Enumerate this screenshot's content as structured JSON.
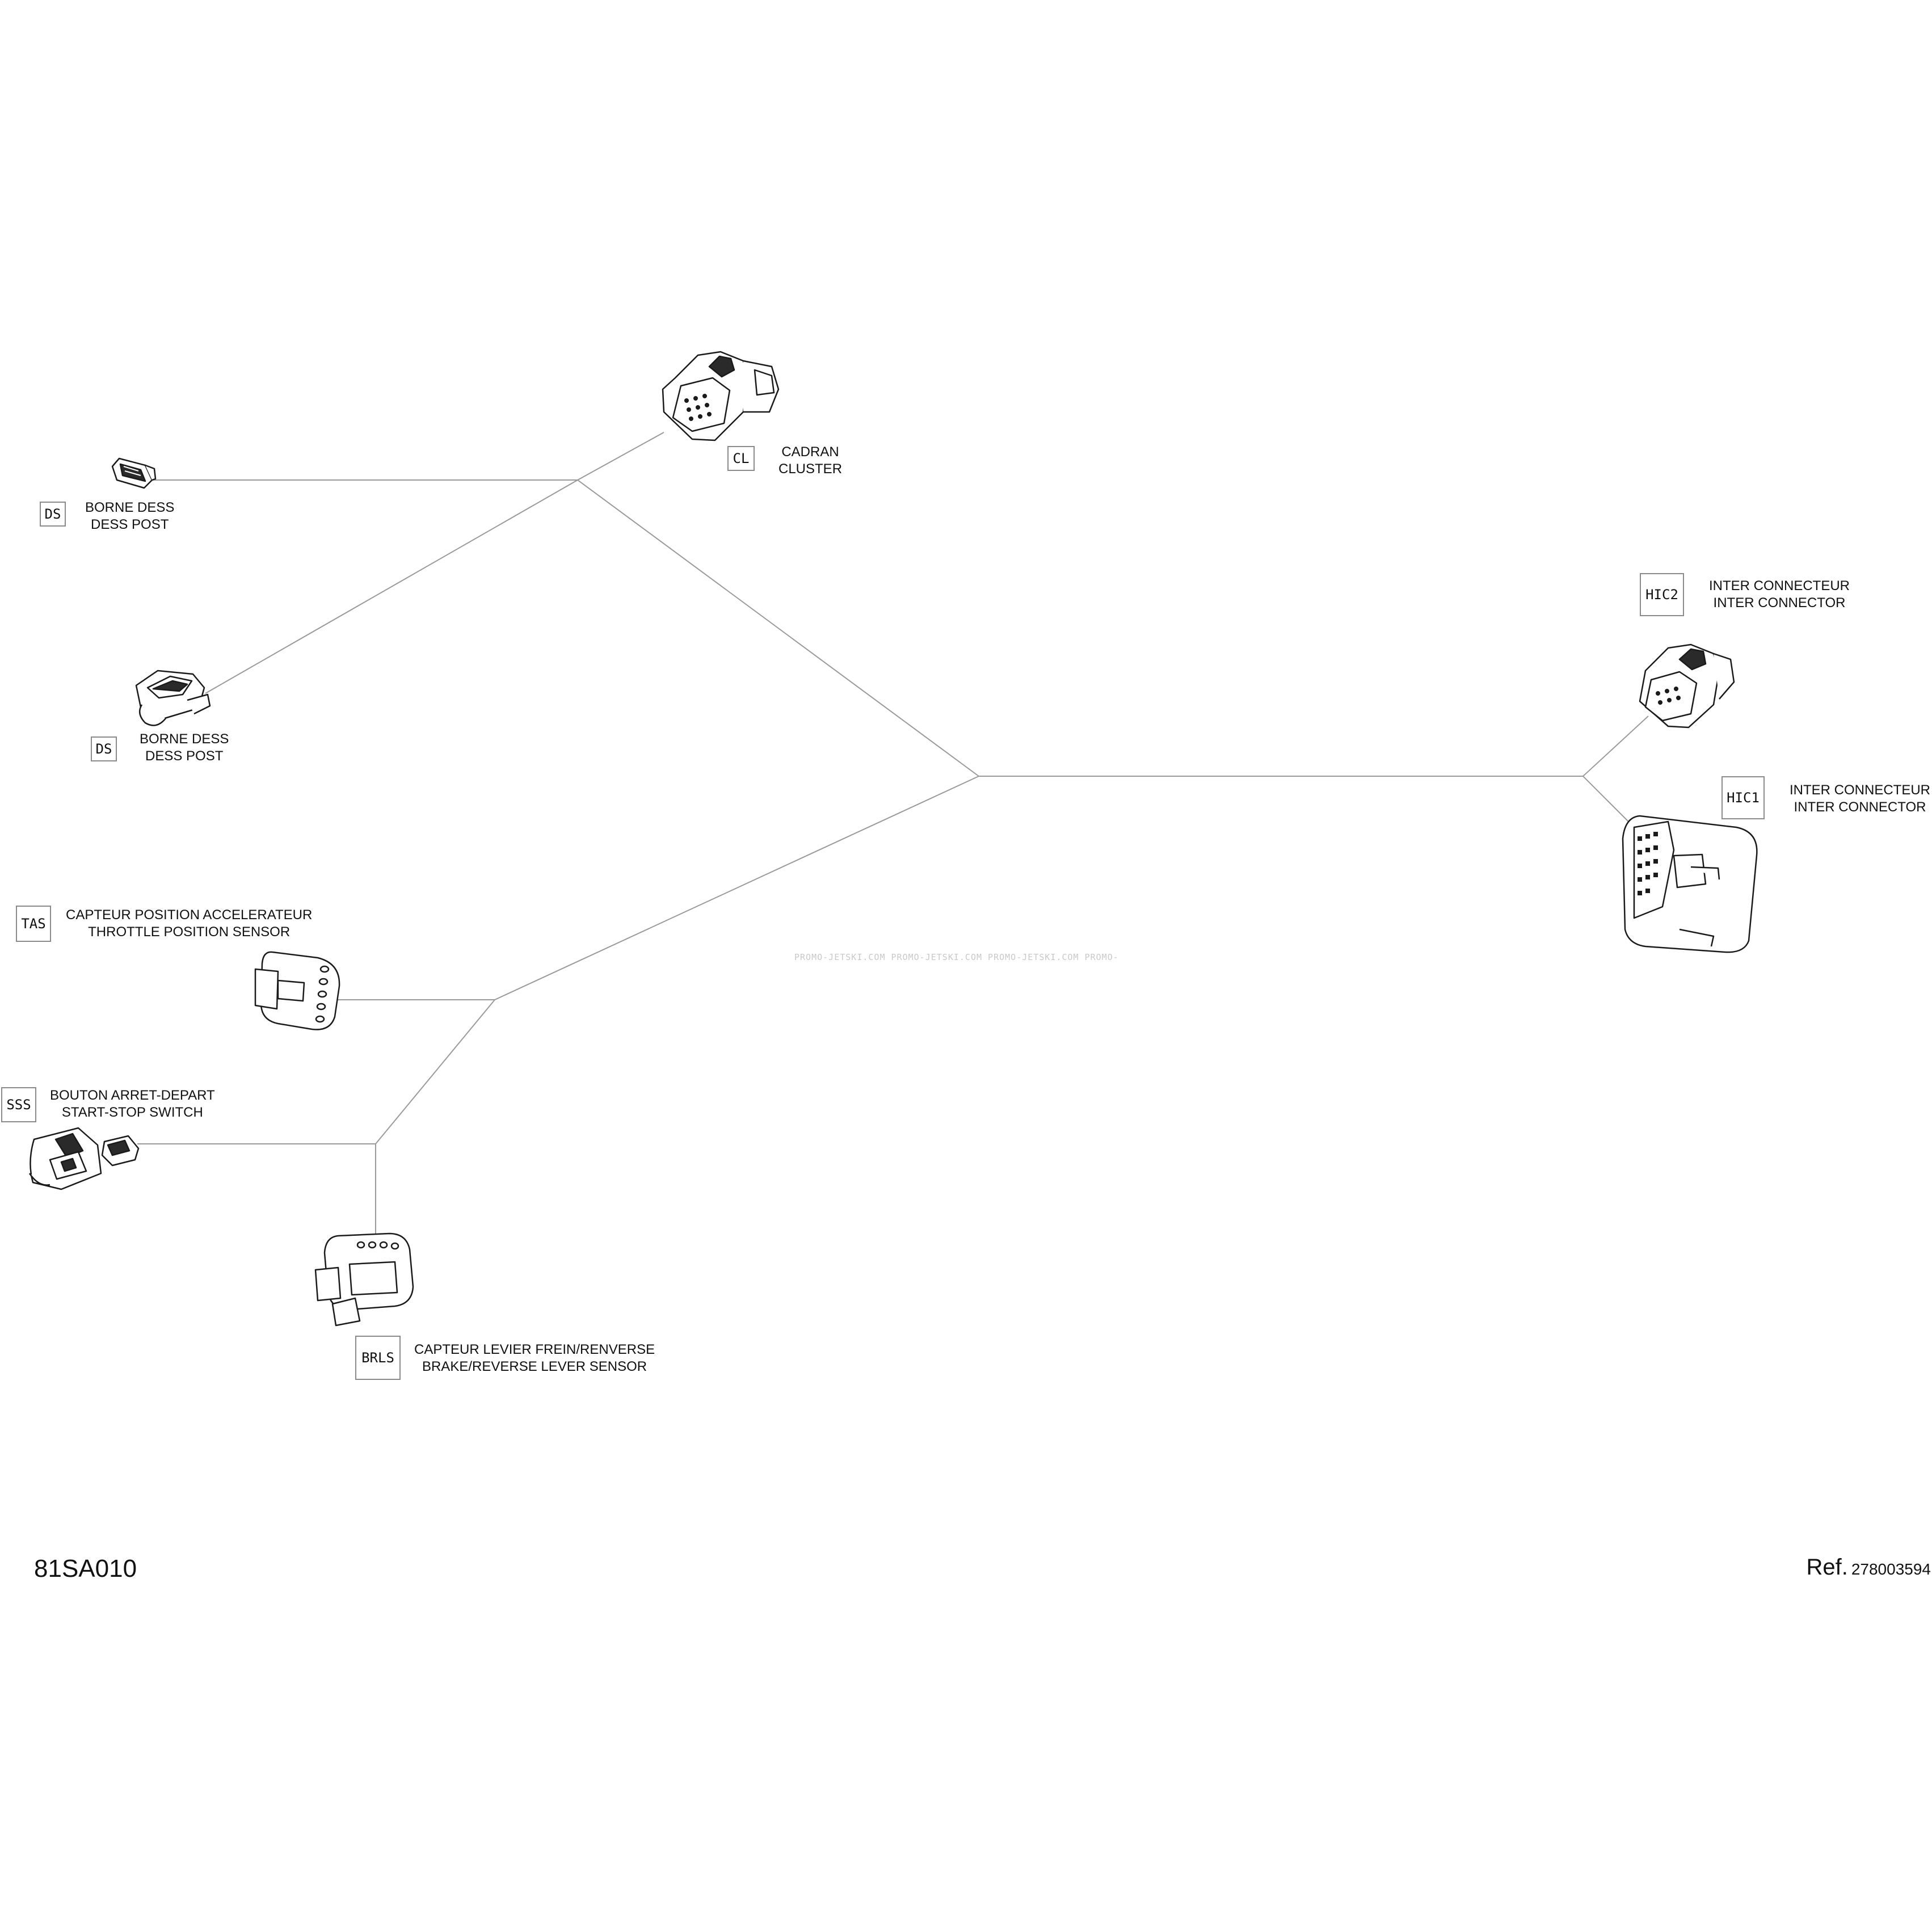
{
  "components": [
    {
      "key": "ds1",
      "code": "DS",
      "label_fr": "BORNE DESS",
      "label_en": "DESS POST"
    },
    {
      "key": "ds2",
      "code": "DS",
      "label_fr": "BORNE DESS",
      "label_en": "DESS POST"
    },
    {
      "key": "cl",
      "code": "CL",
      "label_fr": "CADRAN",
      "label_en": "CLUSTER"
    },
    {
      "key": "hic2",
      "code": "HIC2",
      "label_fr": "INTER CONNECTEUR",
      "label_en": "INTER CONNECTOR"
    },
    {
      "key": "hic1",
      "code": "HIC1",
      "label_fr": "INTER CONNECTEUR",
      "label_en": "INTER CONNECTOR"
    },
    {
      "key": "tas",
      "code": "TAS",
      "label_fr": "CAPTEUR POSITION ACCELERATEUR",
      "label_en": "THROTTLE POSITION SENSOR"
    },
    {
      "key": "sss",
      "code": "SSS",
      "label_fr": "BOUTON ARRET-DEPART",
      "label_en": "START-STOP SWITCH"
    },
    {
      "key": "brls",
      "code": "BRLS",
      "label_fr": "CAPTEUR LEVIER FREIN/RENVERSE",
      "label_en": "BRAKE/REVERSE LEVER SENSOR"
    }
  ],
  "footer": {
    "diagram_id": "81SA010",
    "ref_label": "Ref.",
    "ref_number": "278003594"
  },
  "watermark": "PROMO-JETSKI.COM  PROMO-JETSKI.COM  PROMO-JETSKI.COM  PROMO-",
  "colors": {
    "wire": "#9a9a9a",
    "ink": "#111111",
    "box_border": "#8a8a8a"
  }
}
